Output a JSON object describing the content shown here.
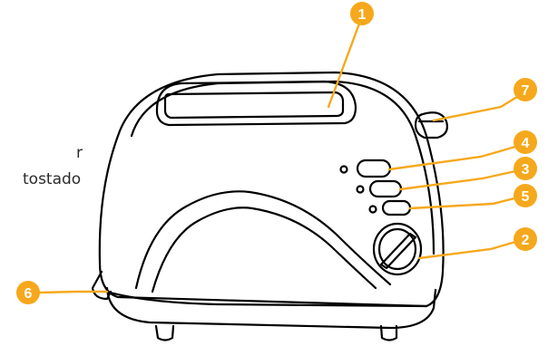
{
  "side_text": {
    "line1": "r",
    "line2": "tostado"
  },
  "callouts": [
    {
      "number": "1",
      "part": "bread-slot"
    },
    {
      "number": "2",
      "part": "browning-dial"
    },
    {
      "number": "3",
      "part": "middle-button"
    },
    {
      "number": "4",
      "part": "top-button"
    },
    {
      "number": "5",
      "part": "bottom-button"
    },
    {
      "number": "6",
      "part": "crumb-tray"
    },
    {
      "number": "7",
      "part": "lever"
    }
  ],
  "colors": {
    "callout": "#f6a81c",
    "outline": "#000000",
    "text": "#2b2b2b"
  }
}
